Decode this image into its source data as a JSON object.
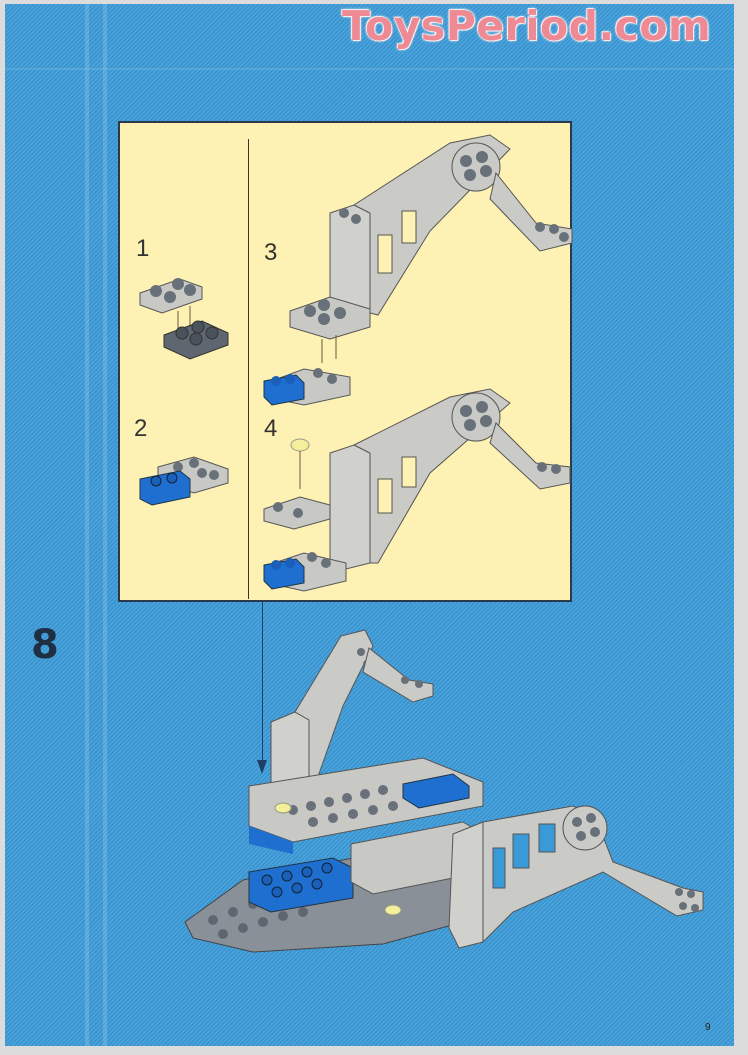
{
  "watermark": "ToysPeriod.com",
  "main_step": {
    "number": "8"
  },
  "callout": {
    "substeps": [
      {
        "label": "1",
        "description": "light gray wedge plates placed onto dark gray 2x2 plate"
      },
      {
        "label": "2",
        "description": "blue 1x2 plate added to assembly"
      },
      {
        "label": "3",
        "description": "gray crane arm with 2x2 plate attached onto sub-assembly"
      },
      {
        "label": "4",
        "description": "yellow round 1x1 plate and wedge plates attached"
      }
    ]
  },
  "page_number": "9",
  "colors": {
    "page_background": "#3a9ad8",
    "callout_background": "#fdf1b3",
    "brick_light_gray": "#c8c8c4",
    "brick_dark_gray": "#5e6670",
    "brick_blue": "#1f6fd0",
    "brick_yellow": "#f3ef9a",
    "step_number": "#1e2f44",
    "watermark": "#ee8a93"
  }
}
